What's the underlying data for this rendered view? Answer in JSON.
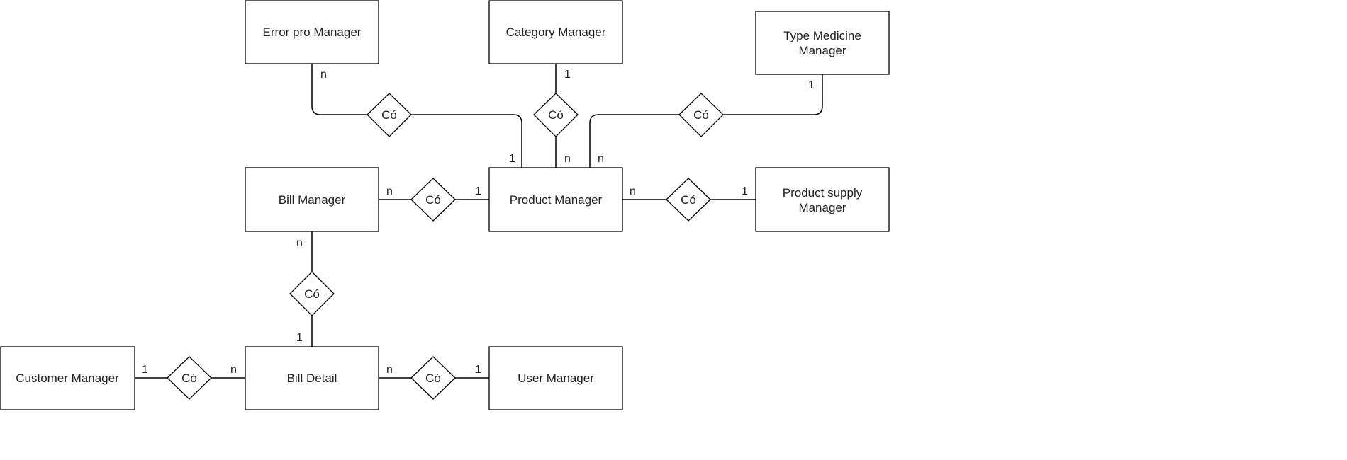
{
  "entities": {
    "error_pro": "Error pro Manager",
    "category": "Category Manager",
    "type_medicine_1": "Type Medicine",
    "type_medicine_2": "Manager",
    "bill_manager": "Bill Manager",
    "product_manager": "Product Manager",
    "product_supply_1": "Product supply",
    "product_supply_2": "Manager",
    "customer_manager": "Customer Manager",
    "bill_detail": "Bill Detail",
    "user_manager": "User Manager"
  },
  "relationships": {
    "error_product": "Có",
    "category_product": "Có",
    "type_product": "Có",
    "bill_product": "Có",
    "product_supply": "Có",
    "bill_billdetail": "Có",
    "customer_billdetail": "Có",
    "billdetail_user": "Có"
  },
  "cardinalities": {
    "error_side": "n",
    "error_product_side": "1",
    "category_side": "1",
    "category_product_side": "n",
    "type_side": "1",
    "type_product_side": "n",
    "bill_side": "n",
    "bill_product_side": "1",
    "product_supply_product_side": "n",
    "product_supply_side": "1",
    "bill_manager_bottom": "n",
    "bill_detail_top": "1",
    "customer_side": "1",
    "bill_detail_left": "n",
    "bill_detail_right": "n",
    "user_side": "1"
  }
}
